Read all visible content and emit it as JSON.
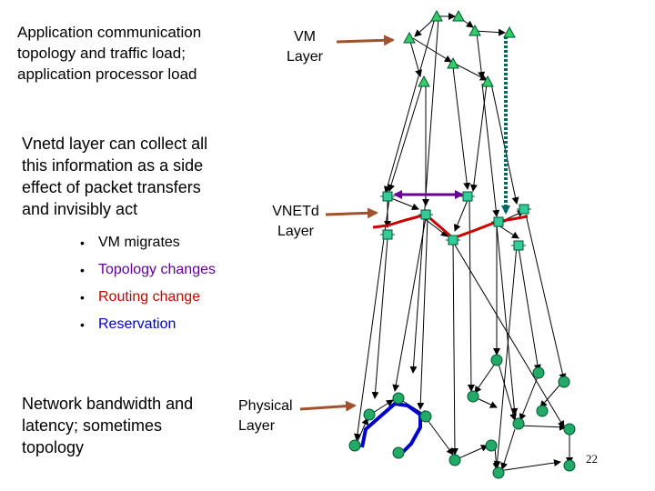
{
  "notes": {
    "app_info": "Application communication\ntopology and traffic load;\napplication processor load",
    "vnetd_info": "Vnetd layer can collect all\nthis information as a side\neffect of packet transfers\nand invisibly act",
    "network_info": "Network bandwidth and\nlatency; sometimes\ntopology"
  },
  "layers": {
    "vm": "VM\nLayer",
    "vnetd": "VNETd\nLayer",
    "physical": "Physical\nLayer"
  },
  "bullets": [
    {
      "label": "VM migrates",
      "color": "#000000"
    },
    {
      "label": "Topology changes",
      "color": "#660099"
    },
    {
      "label": "Routing change",
      "color": "#cc0000"
    },
    {
      "label": "Reservation",
      "color": "#0000cc"
    }
  ],
  "page_number": "22",
  "colors": {
    "layer_arrow": "#a0522d",
    "vm_node": "#33cc66",
    "vnetd_node": "#33cc99",
    "phys_node": "#22aa66",
    "migration_path": "#006666",
    "topology_change": "#660099",
    "routing_change": "#cc0000",
    "reservation": "#0000cc"
  }
}
